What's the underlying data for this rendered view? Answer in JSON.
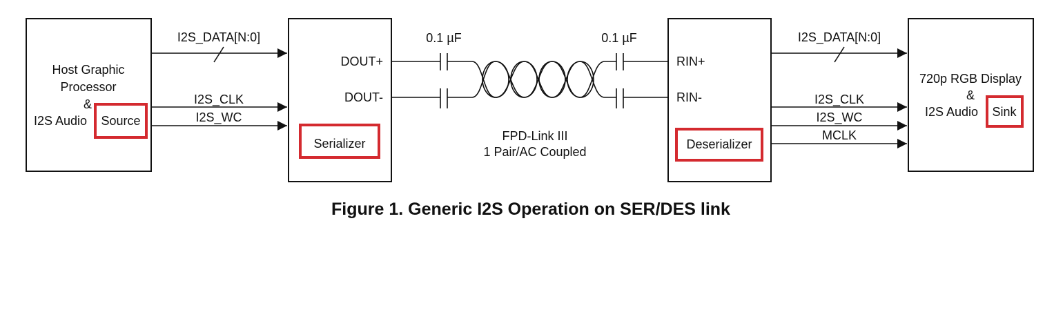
{
  "blocks": {
    "host": {
      "line1": "Host Graphic",
      "line2": "Processor",
      "line3": "&",
      "line4": "I2S Audio",
      "highlight": "Source"
    },
    "serializer": {
      "dout_p": "DOUT+",
      "dout_n": "DOUT-",
      "highlight": "Serializer"
    },
    "deserializer": {
      "rin_p": "RIN+",
      "rin_n": "RIN-",
      "highlight": "Deserializer"
    },
    "display": {
      "line1": "720p RGB Display",
      "line2": "&",
      "line3": "I2S Audio",
      "highlight": "Sink"
    }
  },
  "signals_in": {
    "data": "I2S_DATA[N:0]",
    "clk": "I2S_CLK",
    "wc": "I2S_WC"
  },
  "signals_out": {
    "data": "I2S_DATA[N:0]",
    "clk": "I2S_CLK",
    "wc": "I2S_WC",
    "mclk": "MCLK"
  },
  "link": {
    "cap_left": "0.1 µF",
    "cap_right": "0.1 µF",
    "name": "FPD-Link III",
    "coupling": "1 Pair/AC Coupled"
  },
  "caption": "Figure 1. Generic I2S Operation on SER/DES link",
  "colors": {
    "line": "#111111",
    "highlight": "#d42a2f",
    "background": "#ffffff"
  }
}
